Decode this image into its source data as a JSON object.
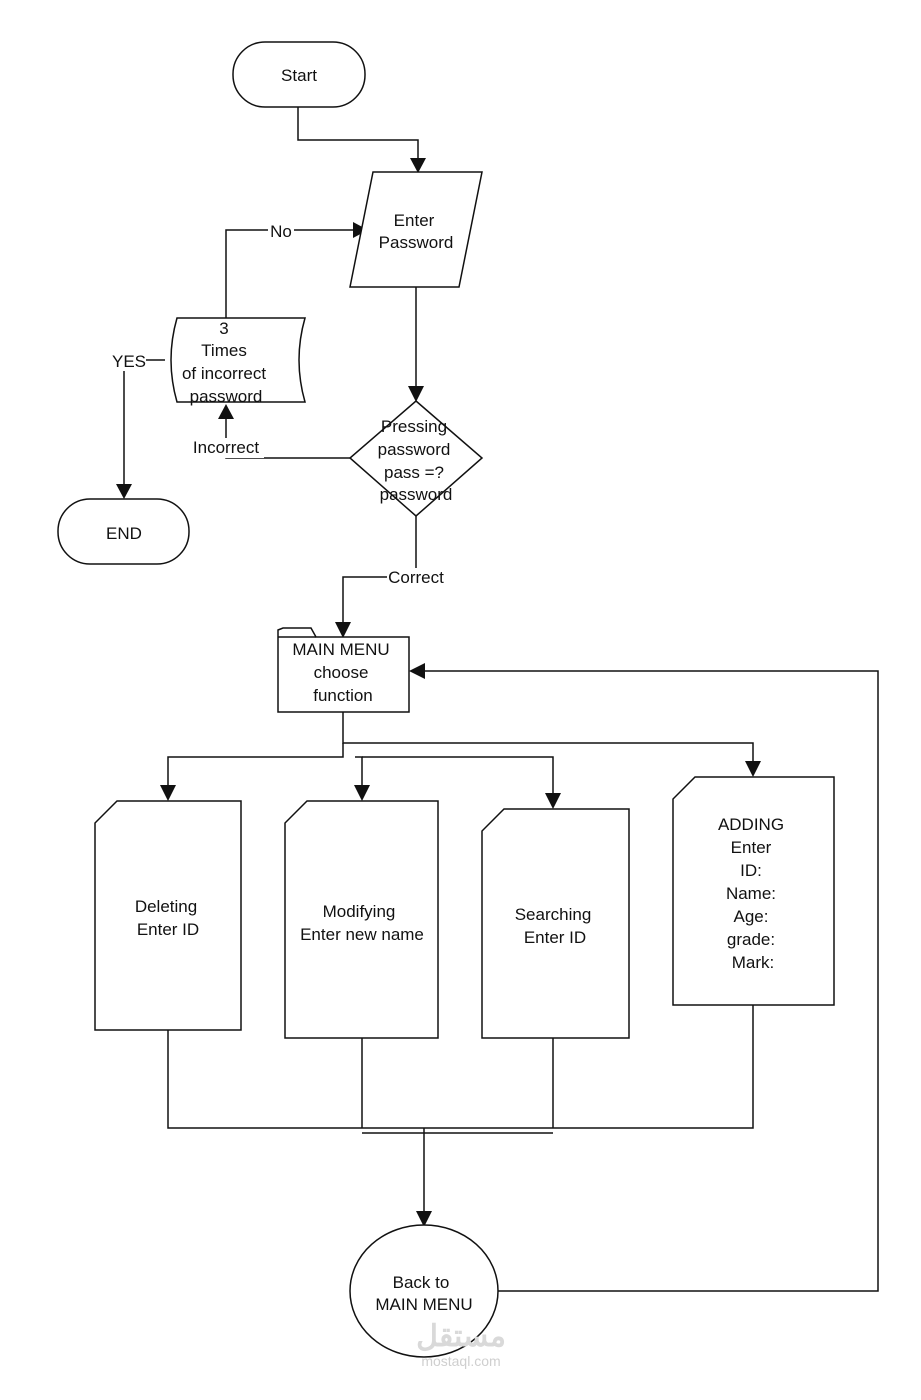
{
  "nodes": {
    "start": "Start",
    "enter_password": [
      "Enter",
      "Password"
    ],
    "check": [
      "Pressing",
      "password",
      "pass =?",
      "password"
    ],
    "attempts": [
      "3",
      "Times",
      "of incorrect",
      "password"
    ],
    "end": "END",
    "main_menu": [
      "MAIN MENU",
      "choose",
      "function"
    ],
    "deleting": [
      "Deleting",
      "Enter ID"
    ],
    "modifying": [
      "Modifying",
      "Enter new name"
    ],
    "searching": [
      "Searching",
      "Enter ID"
    ],
    "adding": [
      "ADDING",
      "Enter",
      "ID:",
      "Name:",
      "Age:",
      "grade:",
      "Mark:"
    ],
    "back": [
      "Back to",
      "MAIN MENU"
    ]
  },
  "edge_labels": {
    "no": "No",
    "yes": "YES",
    "incorrect": "Incorrect",
    "correct": "Correct"
  },
  "watermark": {
    "brand": "مستقل",
    "url": "mostaql.com"
  }
}
